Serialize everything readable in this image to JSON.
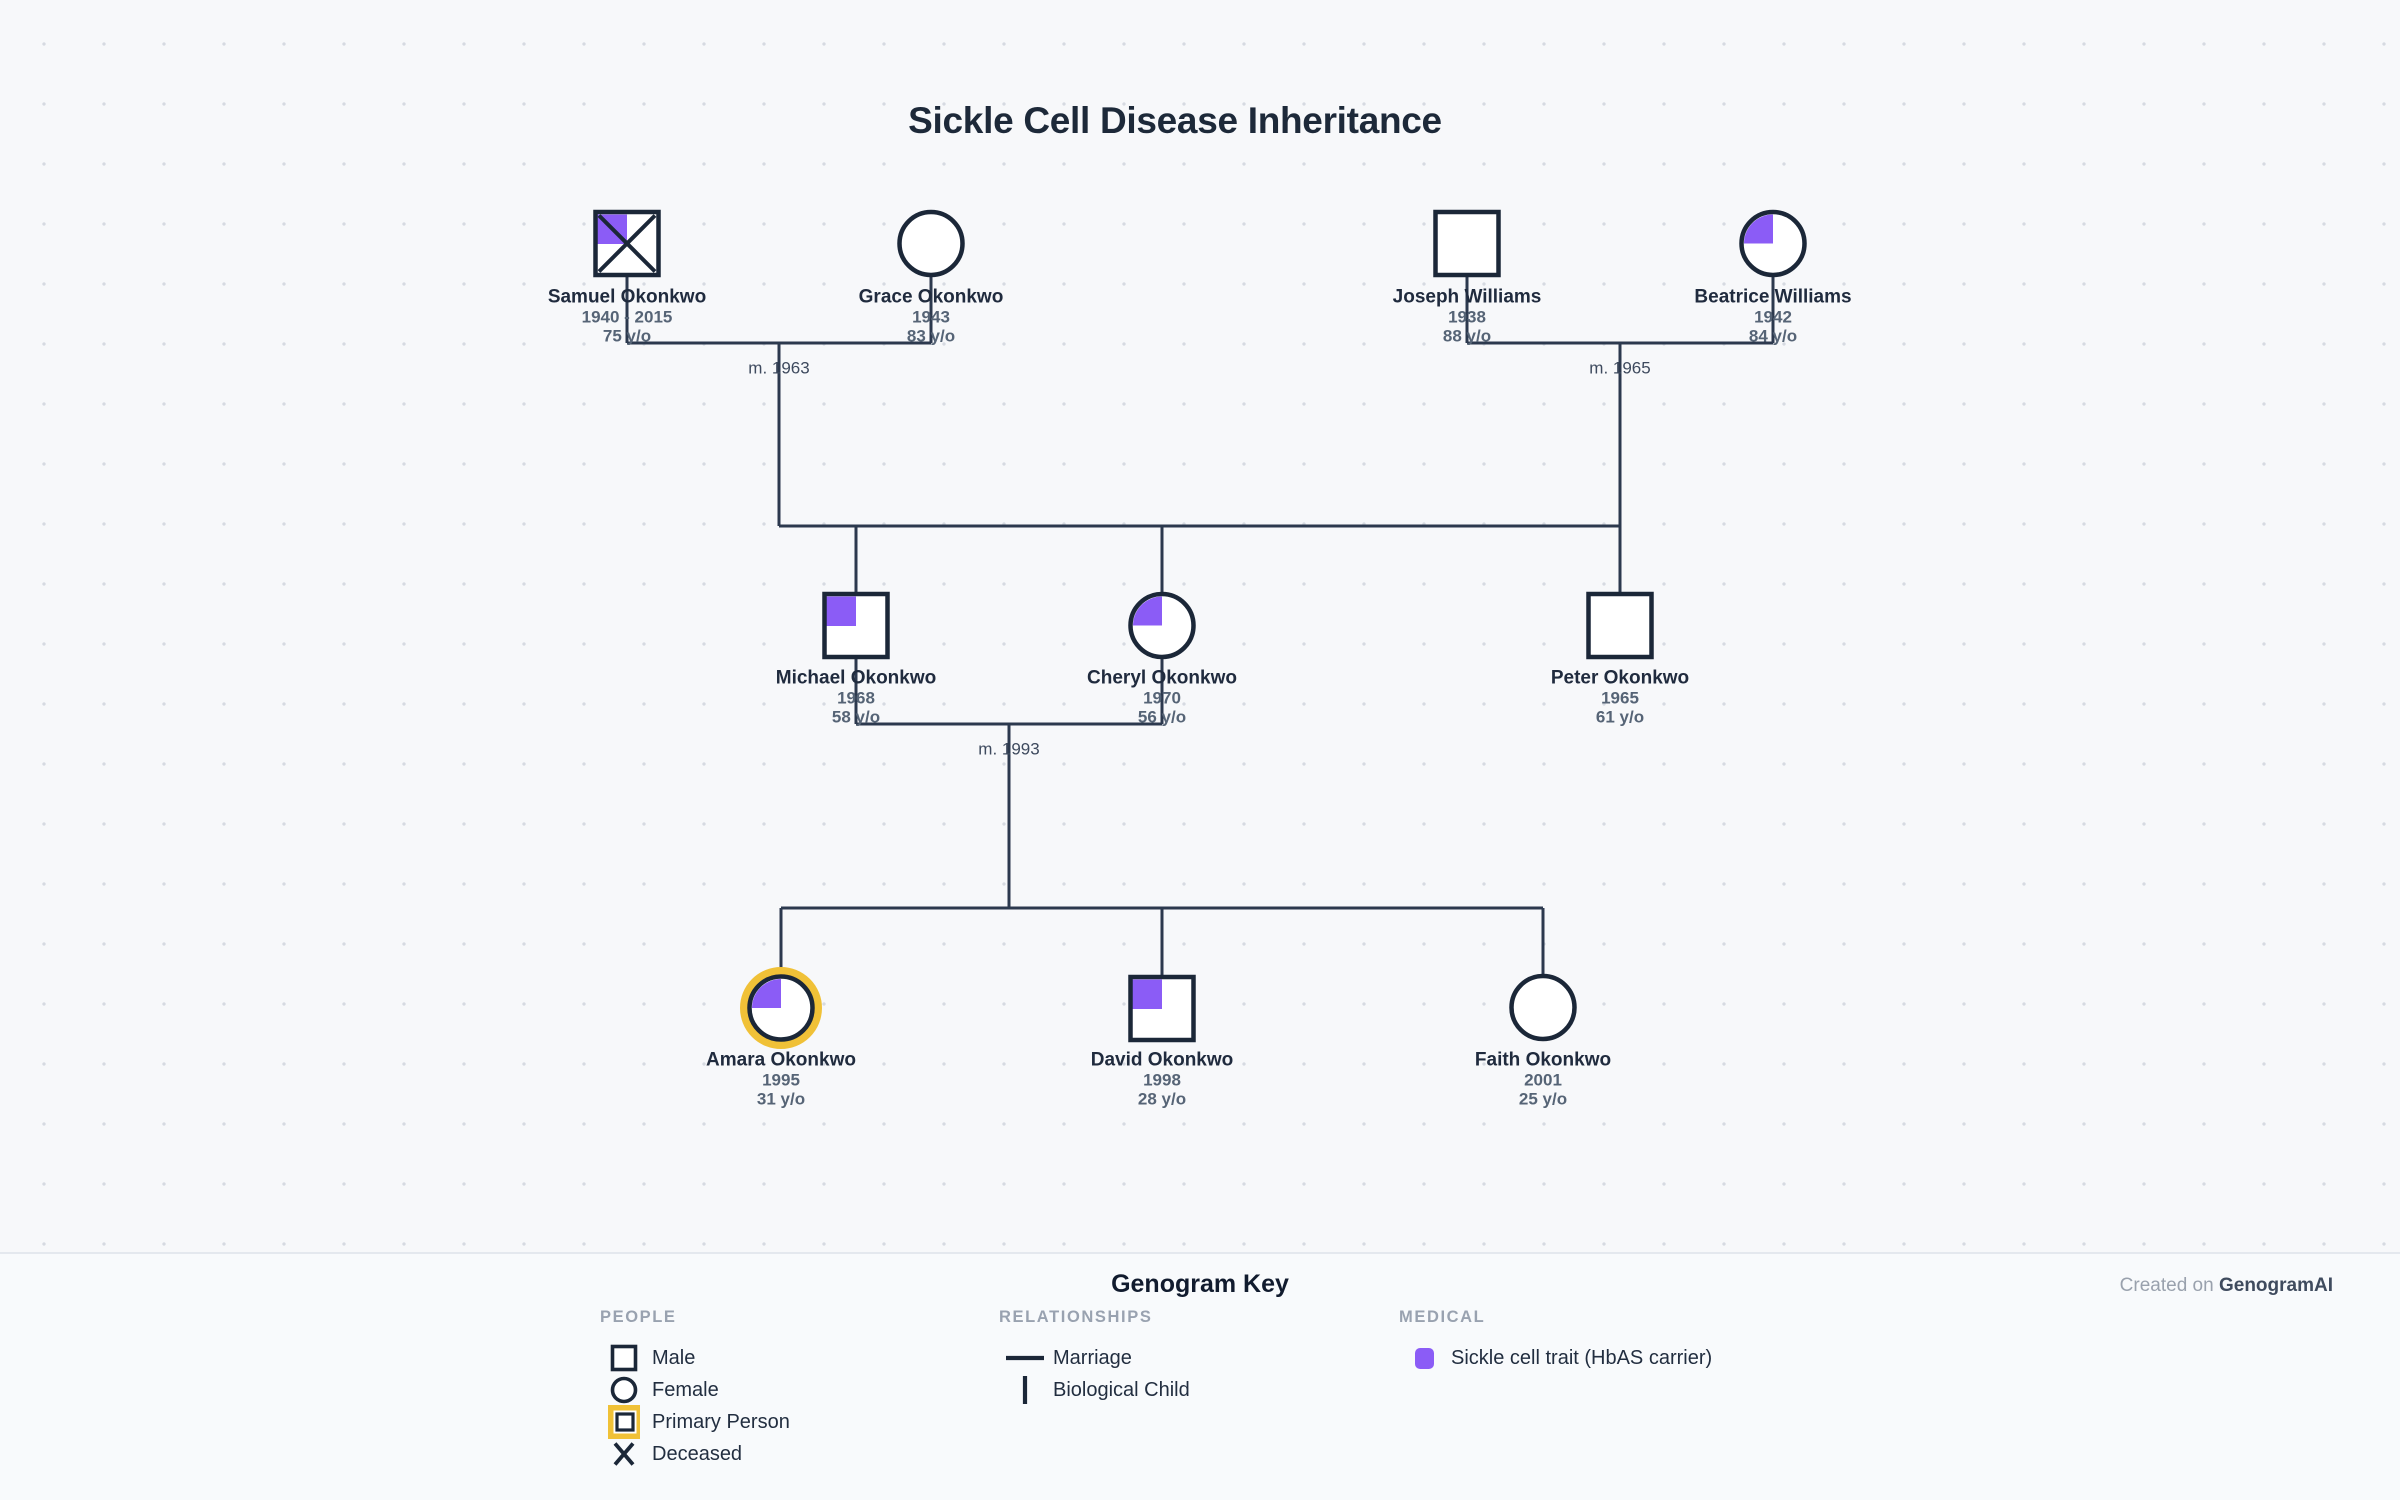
{
  "title": "Sickle Cell Disease Inheritance",
  "diagram": {
    "people": [
      {
        "name": "Samuel Okonkwo",
        "dates": "1940 - 2015",
        "age": "75 y/o",
        "sex": "male",
        "deceased": true,
        "carrier": true,
        "primary": false
      },
      {
        "name": "Grace Okonkwo",
        "dates": "1943",
        "age": "83 y/o",
        "sex": "female",
        "deceased": false,
        "carrier": false,
        "primary": false
      },
      {
        "name": "Joseph Williams",
        "dates": "1938",
        "age": "88 y/o",
        "sex": "male",
        "deceased": false,
        "carrier": false,
        "primary": false
      },
      {
        "name": "Beatrice Williams",
        "dates": "1942",
        "age": "84 y/o",
        "sex": "female",
        "deceased": false,
        "carrier": true,
        "primary": false
      },
      {
        "name": "Michael Okonkwo",
        "dates": "1968",
        "age": "58 y/o",
        "sex": "male",
        "deceased": false,
        "carrier": true,
        "primary": false
      },
      {
        "name": "Cheryl Okonkwo",
        "dates": "1970",
        "age": "56 y/o",
        "sex": "female",
        "deceased": false,
        "carrier": true,
        "primary": false
      },
      {
        "name": "Peter Okonkwo",
        "dates": "1965",
        "age": "61 y/o",
        "sex": "male",
        "deceased": false,
        "carrier": false,
        "primary": false
      },
      {
        "name": "Amara Okonkwo",
        "dates": "1995",
        "age": "31 y/o",
        "sex": "female",
        "deceased": false,
        "carrier": true,
        "primary": true
      },
      {
        "name": "David Okonkwo",
        "dates": "1998",
        "age": "28 y/o",
        "sex": "male",
        "deceased": false,
        "carrier": true,
        "primary": false
      },
      {
        "name": "Faith Okonkwo",
        "dates": "2001",
        "age": "25 y/o",
        "sex": "female",
        "deceased": false,
        "carrier": false,
        "primary": false
      }
    ],
    "marriages": [
      {
        "label": "m. 1963"
      },
      {
        "label": "m. 1965"
      },
      {
        "label": "m. 1993"
      }
    ]
  },
  "key": {
    "title": "Genogram Key",
    "credit_prefix": "Created on",
    "credit_brand": "GenogramAI",
    "people_header": "PEOPLE",
    "people_items": [
      "Male",
      "Female",
      "Primary Person",
      "Deceased"
    ],
    "relationships_header": "RELATIONSHIPS",
    "relationships_items": [
      "Marriage",
      "Biological Child"
    ],
    "medical_header": "MEDICAL",
    "medical_items": [
      "Sickle cell trait (HbAS carrier)"
    ]
  },
  "colors": {
    "carrier_purple": "#8b5cf6",
    "primary_gold": "#f0c137",
    "stroke_navy": "#1b2738"
  }
}
